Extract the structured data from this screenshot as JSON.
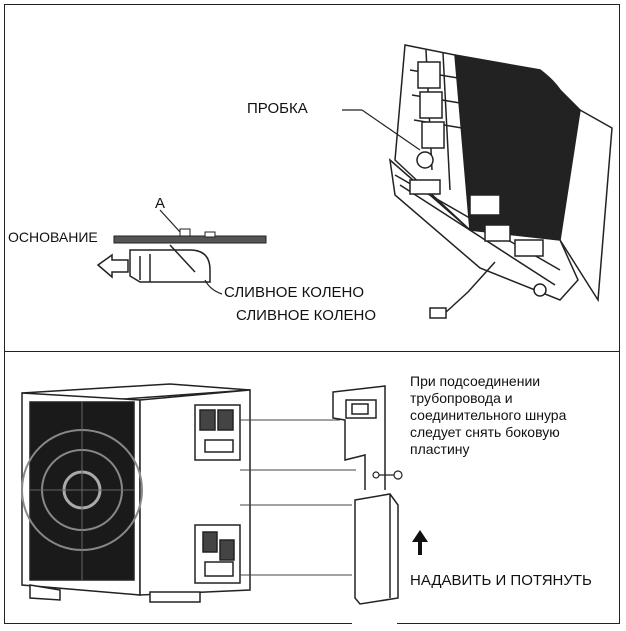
{
  "top": {
    "label_plug": "ПРОБКА",
    "label_a": "A",
    "label_base": "ОСНОВАНИЕ",
    "label_drain_1": "СЛИВНОЕ КОЛЕНО",
    "label_drain_2": "СЛИВНОЕ КОЛЕНО"
  },
  "bottom": {
    "note_lines": [
      "При подсоединении",
      "трубопровода и",
      "соединительного шнура",
      "следует снять боковую",
      "пластину"
    ],
    "label_push_pull": "НАДАВИТЬ И ПОТЯНУТЬ"
  }
}
